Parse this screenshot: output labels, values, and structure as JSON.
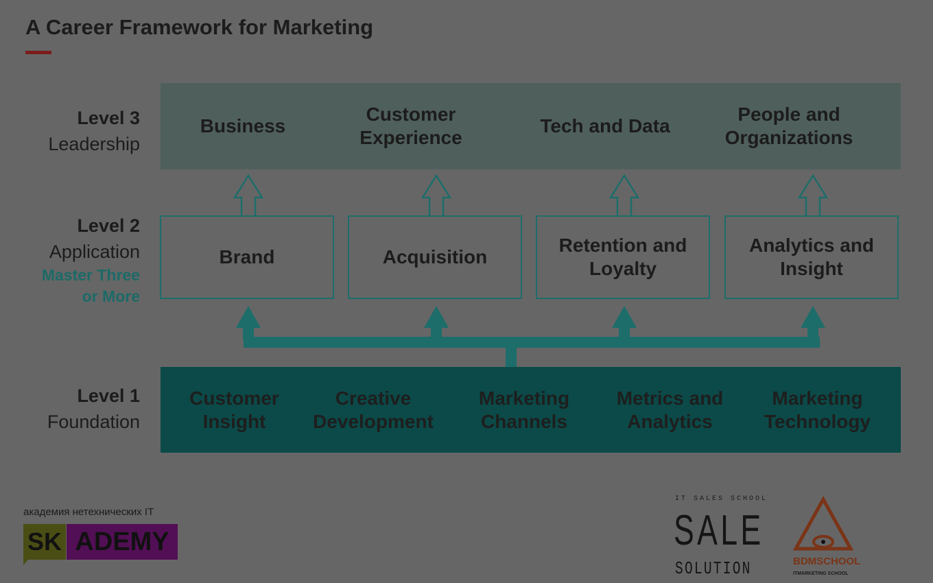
{
  "title": "A Career Framework for Marketing",
  "levels": [
    {
      "name": "Level 3",
      "label": "Leadership"
    },
    {
      "name": "Level 2",
      "label": "Application",
      "note1": "Master Three",
      "note2": "or More"
    },
    {
      "name": "Level 1",
      "label": "Foundation"
    }
  ],
  "level3": [
    "Business",
    "Customer Experience",
    "Tech and Data",
    "People and Organizations"
  ],
  "level2": [
    "Brand",
    "Acquisition",
    "Retention and Loyalty",
    "Analytics and Insight"
  ],
  "level1": [
    "Customer Insight",
    "Creative Development",
    "Marketing Channels",
    "Metrics and Analytics",
    "Marketing Technology"
  ],
  "logos": {
    "skademy_tagline": "академия нетехнических IT",
    "skademy_mark": "SK",
    "skademy_name": "ADEMY",
    "sale_top": "IT SALES SCHOOL",
    "sale_mid": "SALE",
    "sale_bottom": "SOLUTION",
    "bdm_name": "BDMSCHOOL",
    "bdm_sub": "ITMARKETING SCHOOL"
  },
  "colors": {
    "bg": "#666666",
    "level3": "#4f5f5c",
    "level1": "#0b4a48",
    "accent": "#1d6d6a",
    "red": "#7a1c1c"
  }
}
